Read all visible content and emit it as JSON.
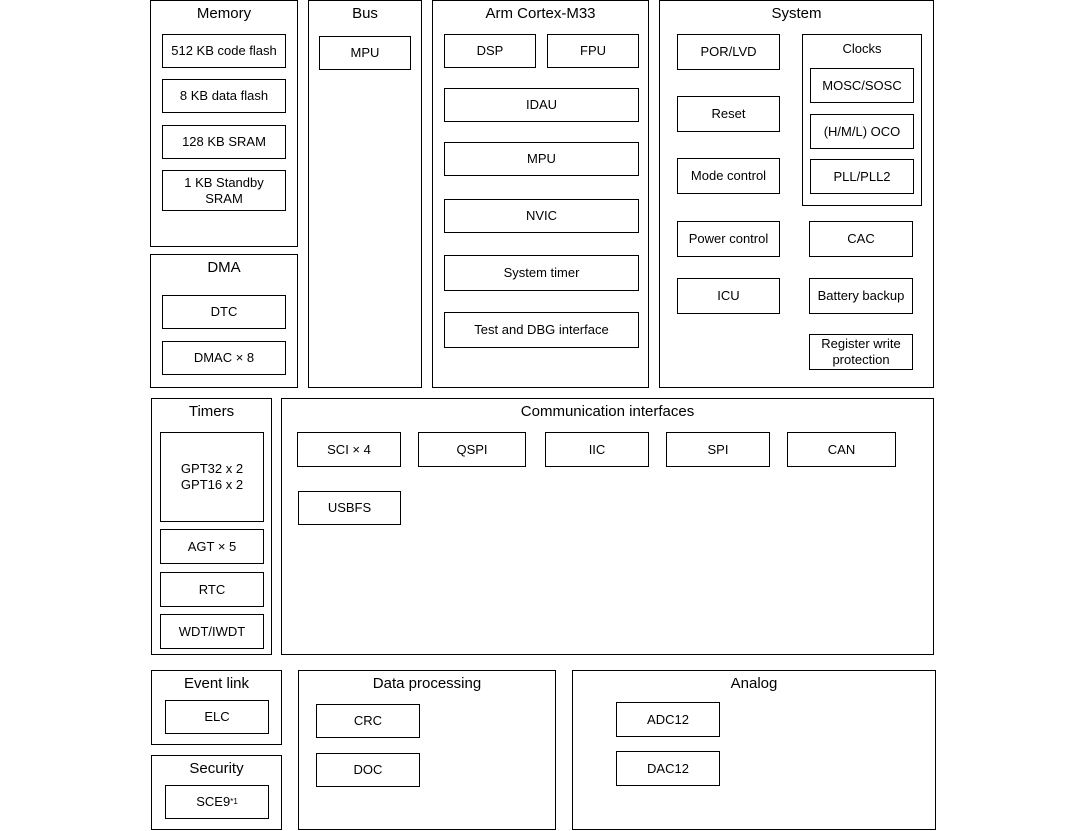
{
  "memory": {
    "title": "Memory",
    "code_flash": "512 KB code flash",
    "data_flash": "8 KB data flash",
    "sram": "128 KB SRAM",
    "standby_sram_line1": "1 KB Standby",
    "standby_sram_line2": "SRAM"
  },
  "bus": {
    "title": "Bus",
    "mpu": "MPU"
  },
  "cortex": {
    "title": "Arm Cortex-M33",
    "dsp": "DSP",
    "fpu": "FPU",
    "idau": "IDAU",
    "mpu": "MPU",
    "nvic": "NVIC",
    "system_timer": "System timer",
    "test_dbg": "Test and DBG interface"
  },
  "system": {
    "title": "System",
    "por_lvd": "POR/LVD",
    "reset": "Reset",
    "mode_control": "Mode control",
    "power_control": "Power control",
    "icu": "ICU",
    "clocks": {
      "title": "Clocks",
      "mosc_sosc": "MOSC/SOSC",
      "oco": "(H/M/L) OCO",
      "pll": "PLL/PLL2"
    },
    "cac": "CAC",
    "battery_backup": "Battery backup",
    "reg_write_line1": "Register write",
    "reg_write_line2": "protection"
  },
  "dma": {
    "title": "DMA",
    "dtc": "DTC",
    "dmac": "DMAC × 8"
  },
  "timers": {
    "title": "Timers",
    "gpt32": "GPT32 x 2",
    "gpt16": "GPT16 x 2",
    "agt": "AGT × 5",
    "rtc": "RTC",
    "wdt": "WDT/IWDT"
  },
  "comm": {
    "title": "Communication interfaces",
    "sci": "SCI × 4",
    "qspi": "QSPI",
    "iic": "IIC",
    "spi": "SPI",
    "can": "CAN",
    "usbfs": "USBFS"
  },
  "event_link": {
    "title": "Event link",
    "elc": "ELC"
  },
  "security": {
    "title": "Security",
    "sce": "SCE9",
    "sce_note": "*1"
  },
  "data_processing": {
    "title": "Data processing",
    "crc": "CRC",
    "doc": "DOC"
  },
  "analog": {
    "title": "Analog",
    "adc": "ADC12",
    "dac": "DAC12"
  }
}
